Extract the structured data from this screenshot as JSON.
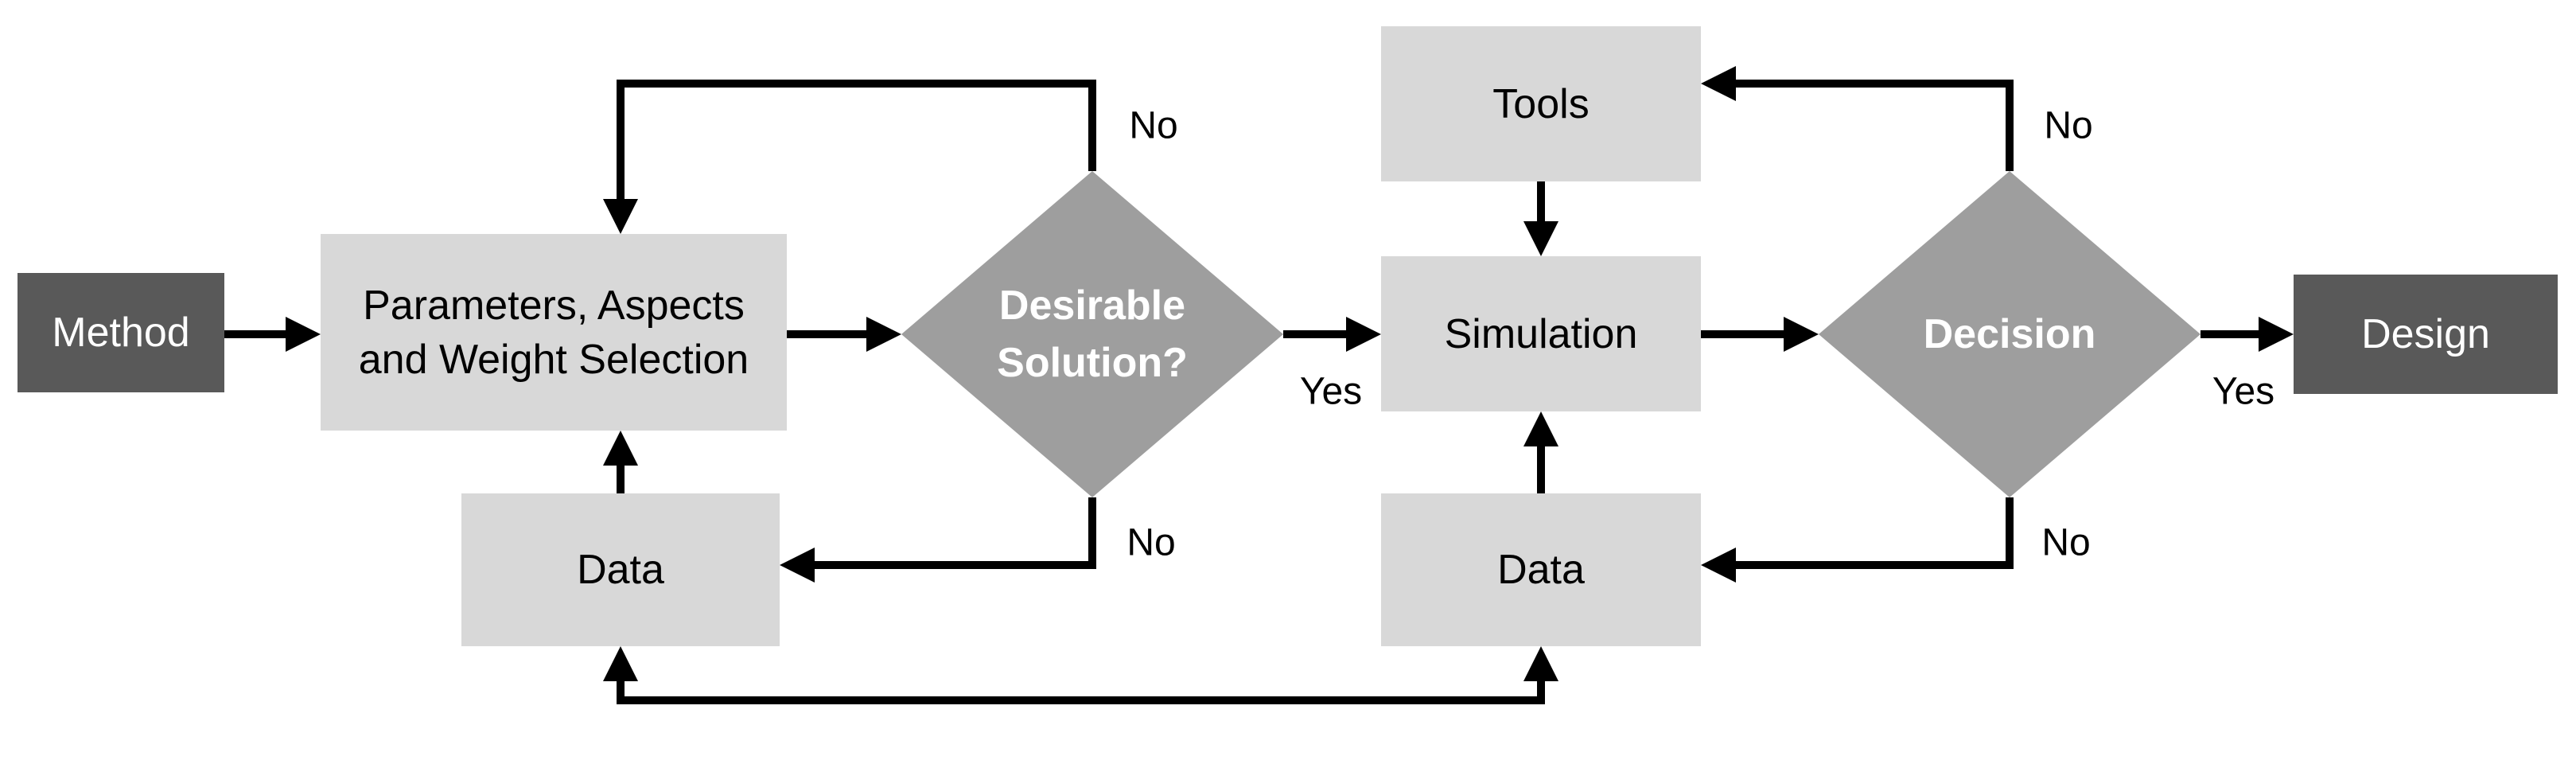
{
  "diagram": {
    "type": "flowchart",
    "nodes": {
      "method": {
        "label": "Method",
        "shape": "rect",
        "style": "dark"
      },
      "parameters": {
        "line1": "Parameters, Aspects",
        "line2": "and Weight Selection",
        "shape": "rect",
        "style": "light"
      },
      "desirable": {
        "line1": "Desirable",
        "line2": "Solution?",
        "shape": "diamond",
        "style": "diamond"
      },
      "data_left": {
        "label": "Data",
        "shape": "rect",
        "style": "light"
      },
      "tools": {
        "label": "Tools",
        "shape": "rect",
        "style": "light"
      },
      "simulation": {
        "label": "Simulation",
        "shape": "rect",
        "style": "light"
      },
      "data_right": {
        "label": "Data",
        "shape": "rect",
        "style": "light"
      },
      "decision": {
        "label": "Decision",
        "shape": "diamond",
        "style": "diamond"
      },
      "design": {
        "label": "Design",
        "shape": "rect",
        "style": "dark"
      }
    },
    "edge_labels": {
      "desirable_yes": "Yes",
      "desirable_no_top": "No",
      "desirable_no_bottom": "No",
      "decision_yes": "Yes",
      "decision_no_top": "No",
      "decision_no_bottom": "No"
    },
    "edges": [
      "method -> parameters",
      "parameters -> desirable",
      "desirable -Yes-> simulation",
      "desirable -No-> parameters (top loop)",
      "desirable -No-> data_left (bottom loop)",
      "data_left -> parameters",
      "tools -> simulation",
      "data_right -> simulation",
      "simulation -> decision",
      "decision -Yes-> design",
      "decision -No-> tools (top loop)",
      "decision -No-> data_right (bottom loop)",
      "data_left <-> data_right (bottom connector, arrowheads into both)"
    ],
    "colors": {
      "dark_box": "#595959",
      "light_box": "#d8d8d8",
      "diamond": "#9e9e9e",
      "line_color": "#000000",
      "bg": "#ffffff",
      "text_dark": "#000000",
      "text_light": "#ffffff"
    }
  }
}
